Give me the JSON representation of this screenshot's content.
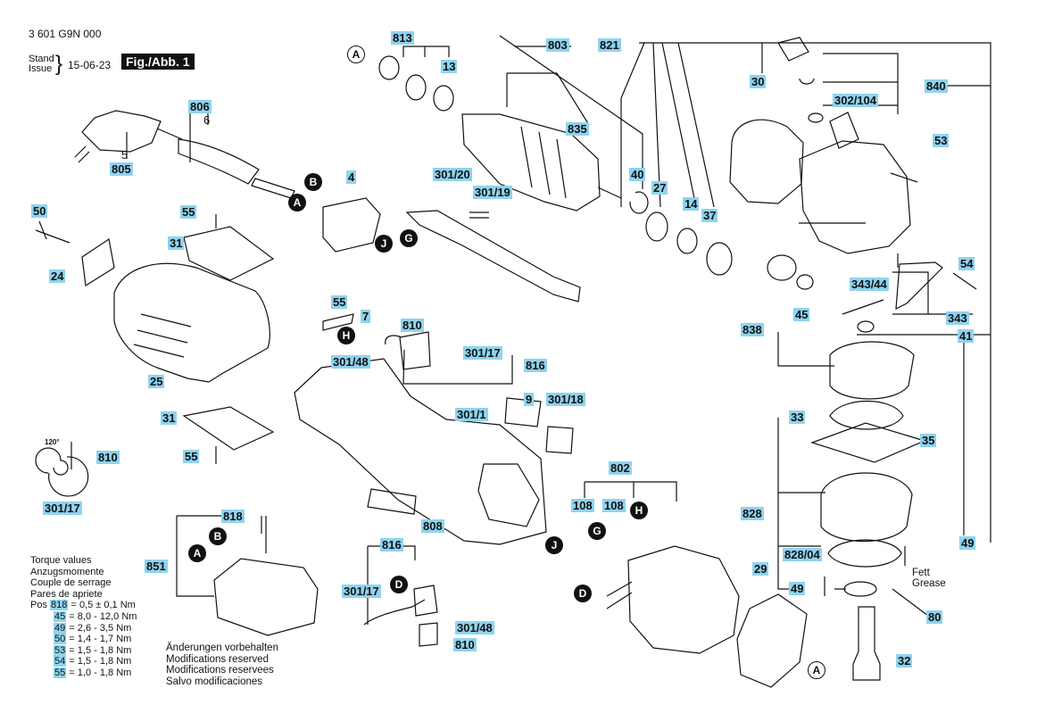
{
  "header": {
    "doc_number": "3 601 G9N 000",
    "stand_label": "Stand",
    "issue_label": "Issue",
    "date": "15-06-23",
    "fig_label": "Fig./Abb. 1"
  },
  "labels": [
    "813",
    "803",
    "821",
    "13",
    "835",
    "806",
    "6",
    "5",
    "805",
    "840",
    "30",
    "302/104",
    "53",
    "301/20",
    "301/19",
    "4",
    "40",
    "27",
    "14",
    "37",
    "50",
    "55",
    "31",
    "24",
    "25",
    "55",
    "7",
    "810",
    "301/48",
    "301/17",
    "816",
    "301/1",
    "9",
    "301/18",
    "343/44",
    "54",
    "45",
    "343",
    "838",
    "41",
    "33",
    "35",
    "120°",
    "810",
    "301/17",
    "802",
    "108",
    "108",
    "828",
    "818",
    "808",
    "816",
    "851",
    "828/04",
    "49",
    "49",
    "29",
    "Fett",
    "Grease",
    "80",
    "301/17",
    "301/48",
    "810",
    "32",
    "31",
    "55"
  ],
  "connectors": [
    "A",
    "B",
    "A",
    "J",
    "G",
    "H",
    "G",
    "H",
    "J",
    "D",
    "D",
    "A",
    "A",
    "B",
    "A"
  ],
  "torque": {
    "heading_lines": [
      "Torque values",
      "Anzugsmomente",
      "Couple de serrage",
      "Pares de apriete"
    ],
    "pos_label": "Pos",
    "rows": [
      {
        "pos": "818",
        "value": "0,5 ± 0,1 Nm"
      },
      {
        "pos": "45",
        "value": "8,0 - 12,0 Nm"
      },
      {
        "pos": "49",
        "value": "2,6 - 3,5 Nm"
      },
      {
        "pos": "50",
        "value": "1,4 - 1,7 Nm"
      },
      {
        "pos": "53",
        "value": "1,5 - 1,8 Nm"
      },
      {
        "pos": "54",
        "value": "1,5 - 1,8 Nm"
      },
      {
        "pos": "55",
        "value": "1,0 - 1,8 Nm"
      }
    ]
  },
  "notes": [
    "Änderungen vorbehalten",
    "Modifications reserved",
    "Modifications reservees",
    "Salvo modificaciones"
  ]
}
